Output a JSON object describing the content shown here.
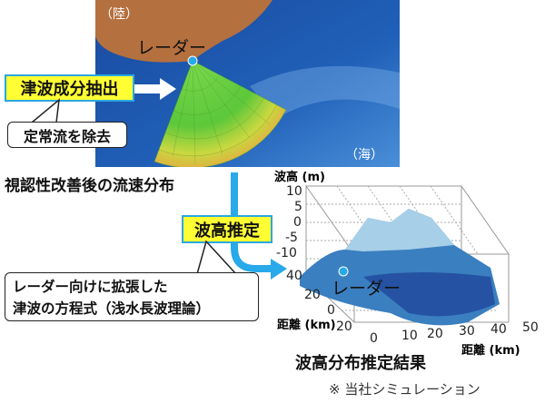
{
  "map": {
    "land_label": "（陸）",
    "sea_label": "（海）",
    "radar_label": "レーダー",
    "colors": {
      "sea": "#1e4fa8",
      "land": "#b5703f",
      "radar": "#27a9ea"
    }
  },
  "extract_box": {
    "label": "津波成分抽出"
  },
  "extract_callout": {
    "label": "定常流を除去"
  },
  "flow_caption": "視認性改善後の流速分布",
  "estimate_box": {
    "label": "波高推定"
  },
  "estimate_callout": {
    "line1": "レーダー向けに拡張した",
    "line2": "津波の方程式（浅水長波理論）"
  },
  "plot": {
    "z_label": "波高 (m)",
    "z_ticks": [
      "10",
      "5",
      "0",
      "-5",
      "-10"
    ],
    "y_label": "距離 (km)",
    "y_ticks": [
      "40",
      "20",
      "0",
      "20"
    ],
    "x_label": "距離 (km)",
    "x_ticks": [
      "0",
      "10",
      "20",
      "30",
      "40",
      "50"
    ],
    "radar_label": "レーダー",
    "caption": "波高分布推定結果"
  },
  "footnote": "※ 当社シミュレーション",
  "colors": {
    "accent": "#27a9ea",
    "highlight": "#ffff33"
  }
}
